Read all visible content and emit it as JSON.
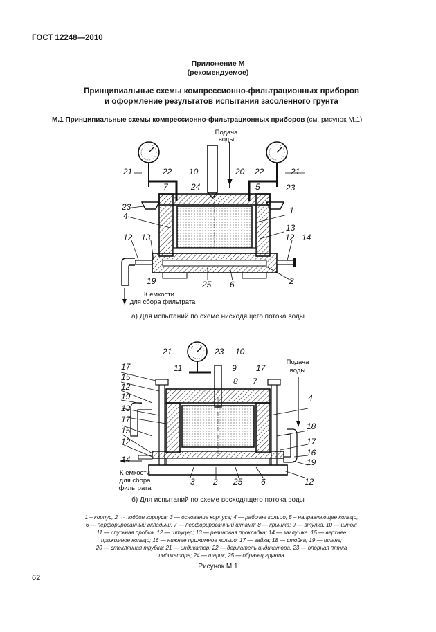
{
  "header": {
    "standard": "ГОСТ 12248—2010"
  },
  "appendix": {
    "title": "Приложение М",
    "subtitle": "(рекомендуемое)"
  },
  "title": {
    "line1": "Принципиальные схемы компрессионно-фильтрационных приборов",
    "line2": "и оформление  результатов  испытания засоленного грунта"
  },
  "section": {
    "heading": "М.1 Принципиальные схемы компрессионно-фильтрационных приборов",
    "ref": "(см. рисунок М.1)"
  },
  "figure_a": {
    "water_supply": [
      "Подача",
      "воды"
    ],
    "drain": [
      "К емкости",
      "для сбора фильтрата"
    ],
    "caption": "а) Для испытаний по схеме нисходящего потока воды",
    "labels": {
      "l21a": "21",
      "l22a": "22",
      "l10": "10",
      "l20": "20",
      "l22b": "22",
      "l21b": "21",
      "l7": "7",
      "l24": "24",
      "l5": "5",
      "l23a": "23",
      "l23b": "23",
      "l4": "4",
      "l1": "1",
      "l13a": "13",
      "l12a": "12",
      "l13b": "13",
      "l12b": "12",
      "l14": "14",
      "l19": "19",
      "l25": "25",
      "l6": "6",
      "l2": "2"
    }
  },
  "figure_b": {
    "water_supply": [
      "Подача",
      "воды"
    ],
    "drain": [
      "К емкости",
      "для сбора",
      "фильтрата"
    ],
    "caption": "б)  Для испытаний по схеме восходящего потока воды",
    "labels": {
      "l21": "21",
      "l23": "23",
      "l10": "10",
      "l11": "11",
      "l9": "9",
      "l17a": "17",
      "l17b": "17",
      "l8": "8",
      "l7": "7",
      "l15a": "15",
      "l12a": "12",
      "l19a": "19",
      "l4": "4",
      "l13": "13",
      "l17c": "17",
      "l15b": "15",
      "l12b": "12",
      "l18": "18",
      "l17d": "17",
      "l16": "16",
      "l19b": "19",
      "l14": "14",
      "l12c": "12",
      "l3": "3",
      "l2": "2",
      "l25": "25",
      "l6": "6"
    }
  },
  "legend": [
    "1  – корпус, 2 ··· поддон корпуса; 3 — основание корпуса; 4 —  рабочее кольцо; 5 –  направляющее кольцо,",
    "6 —  перфорированный вкладыш, 7 — перфорированный штамп; 8 — крышка; 9 — втулка, 10 —  шток;",
    "11 — спускная пробка, 12 — штуцер; 13 — резиновая прокладка; 14 — заглушка. 15 — верхнее",
    "прижимное кольцо; 16 — нижнее прижимное кольцо; 17 — гайка; 18 — стойка; 19 — шланг;",
    "20 —  стеклянная трубка; 21 — индикатор; 22 — держатель индикатора; 23 — опорная пятка",
    "индикатора; 24 — шарик; 25 — образец грунта"
  ],
  "figure_caption": "Рисунок М.1",
  "page_number": "62"
}
